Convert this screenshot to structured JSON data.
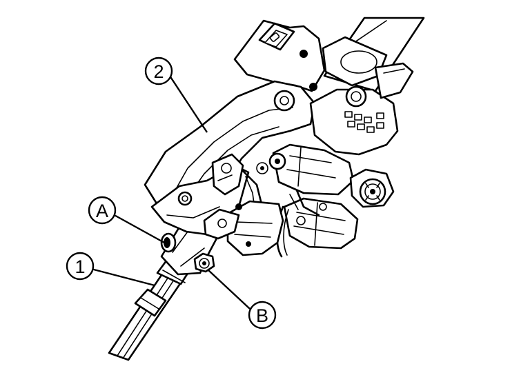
{
  "callouts": {
    "c1": "1",
    "c2": "2",
    "cA": "A",
    "cB": "B"
  },
  "parts": {
    "steering_shaft": "steering-shaft",
    "steering_column_assembly": "steering-column-assembly",
    "joint_bolt_a": "bolt-a",
    "joint_bolt_b": "bolt-b"
  }
}
